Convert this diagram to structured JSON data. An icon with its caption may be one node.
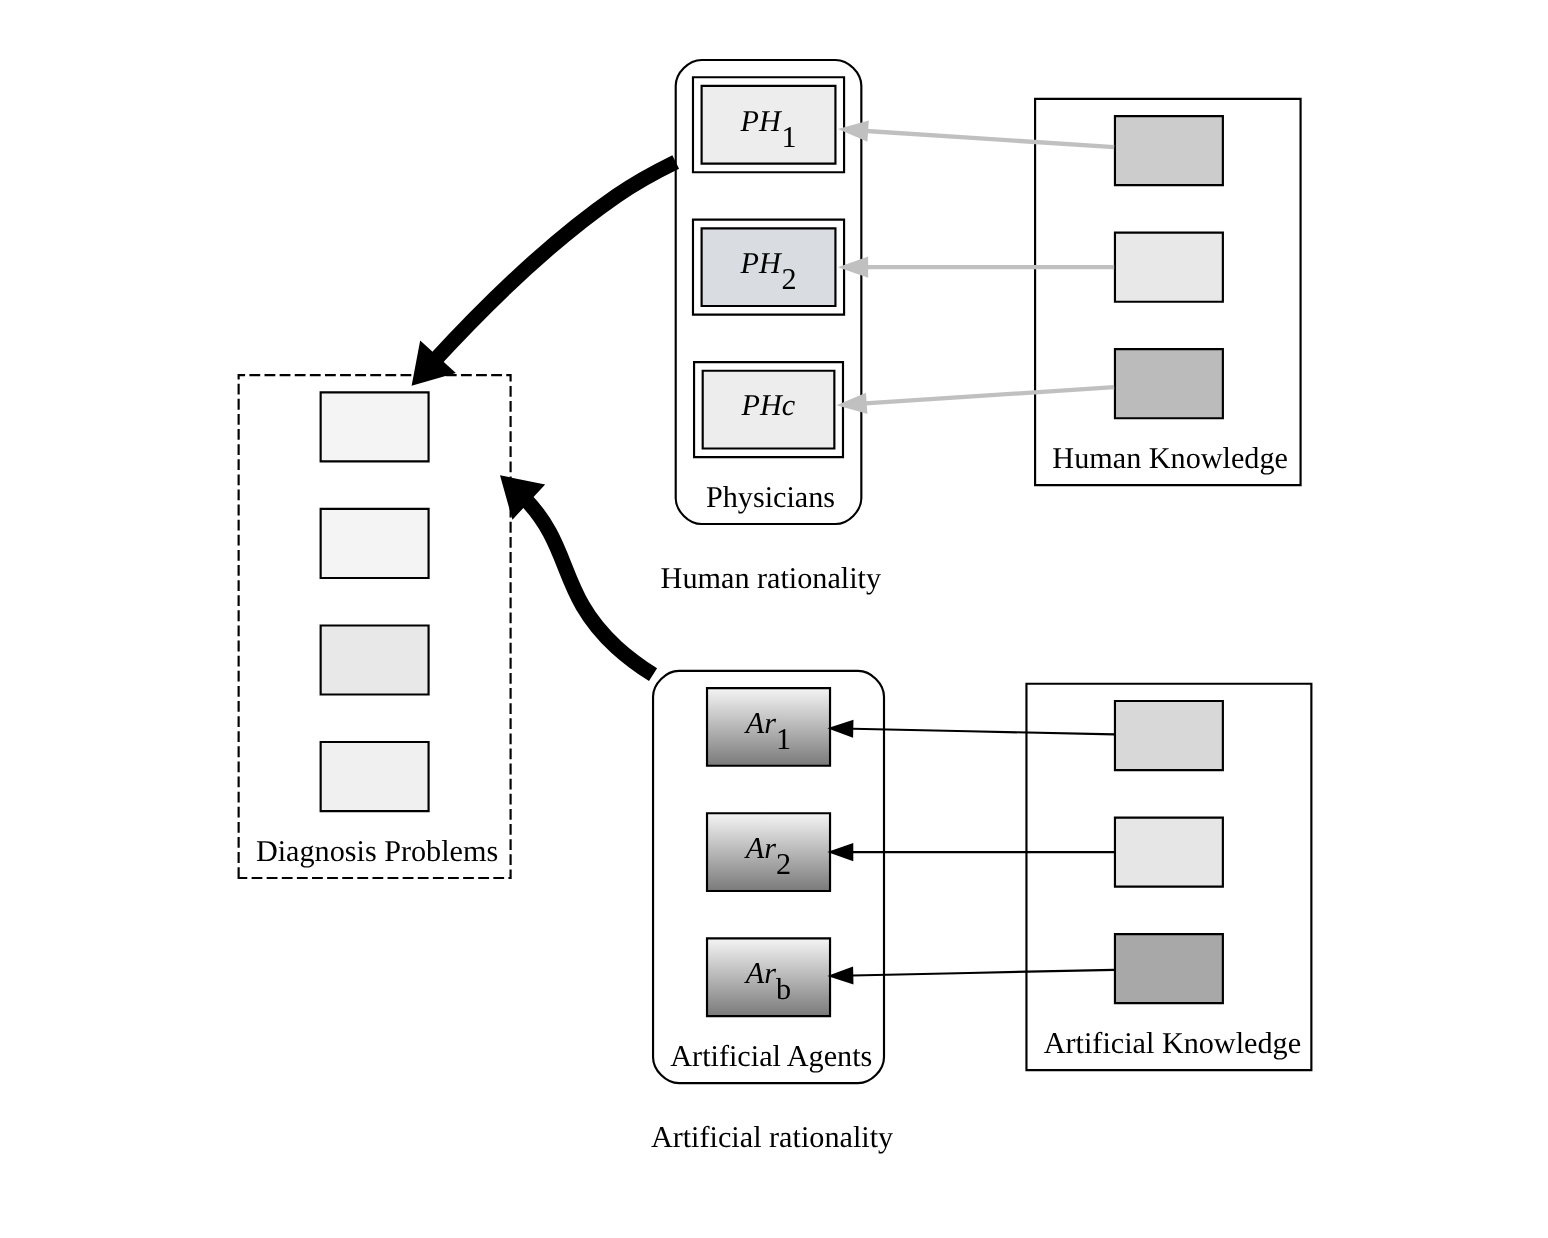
{
  "diagram": {
    "nodes": [
      {
        "text": [
          "Artificial Agents"
        ],
        "beside": [
          "Artificial rationality"
        ]
      },
      {
        "text": [
          "*Ar*$_{1}$"
        ],
        "in": 0
      },
      {
        "text": [
          "*Ar*$_{2}$"
        ],
        "in": 0
      },
      {
        "text": [
          "*Ar*$_{b}$"
        ],
        "in": 0
      },
      {
        "text": [
          "Artificial Knowledge"
        ]
      },
      {
        "text": [],
        "shape": "box",
        "in": 4
      },
      {
        "text": [],
        "shape": "box",
        "in": 4
      },
      {
        "text": [],
        "shape": "box",
        "in": 4
      },
      {
        "text": [
          "Diagnosis Problems"
        ]
      },
      {
        "text": [],
        "shape": "box",
        "in": 8
      },
      {
        "text": [],
        "shape": "box",
        "in": 8
      },
      {
        "text": [],
        "shape": "box",
        "in": 8
      },
      {
        "text": [],
        "shape": "box",
        "in": 8
      },
      {
        "text": [
          "Physicians"
        ],
        "beside": [
          "Human rationality"
        ]
      },
      {
        "text": [
          "*PH*$_{1}$"
        ],
        "in": 13
      },
      {
        "text": [
          "*PH*$_{2}$"
        ],
        "in": 13
      },
      {
        "text": [
          "PHc"
        ],
        "in": 13
      },
      {
        "text": [
          "Human Knowledge"
        ]
      },
      {
        "text": [],
        "shape": "box",
        "in": 17
      },
      {
        "text": [],
        "shape": "box",
        "in": 17
      },
      {
        "text": [],
        "shape": "box",
        "in": 17
      }
    ],
    "edges": [
      {
        "from": 5,
        "to": 1,
        "arrow": "to"
      },
      {
        "from": 6,
        "to": 2,
        "arrow": "to"
      },
      {
        "from": 7,
        "to": 3,
        "arrow": "to"
      },
      {
        "from": 0,
        "to": 8,
        "arrow": "to",
        "style": "thick"
      },
      {
        "from": 13,
        "to": 8,
        "arrow": "to",
        "style": "thick"
      },
      {
        "from": 18,
        "to": 14,
        "arrow": "to",
        "color": "#c0c0c0"
      },
      {
        "from": 19,
        "to": 15,
        "arrow": "to",
        "color": "#c0c0c0"
      },
      {
        "from": 20,
        "to": 16,
        "arrow": "to",
        "color": "#c0c0c0"
      }
    ]
  }
}
